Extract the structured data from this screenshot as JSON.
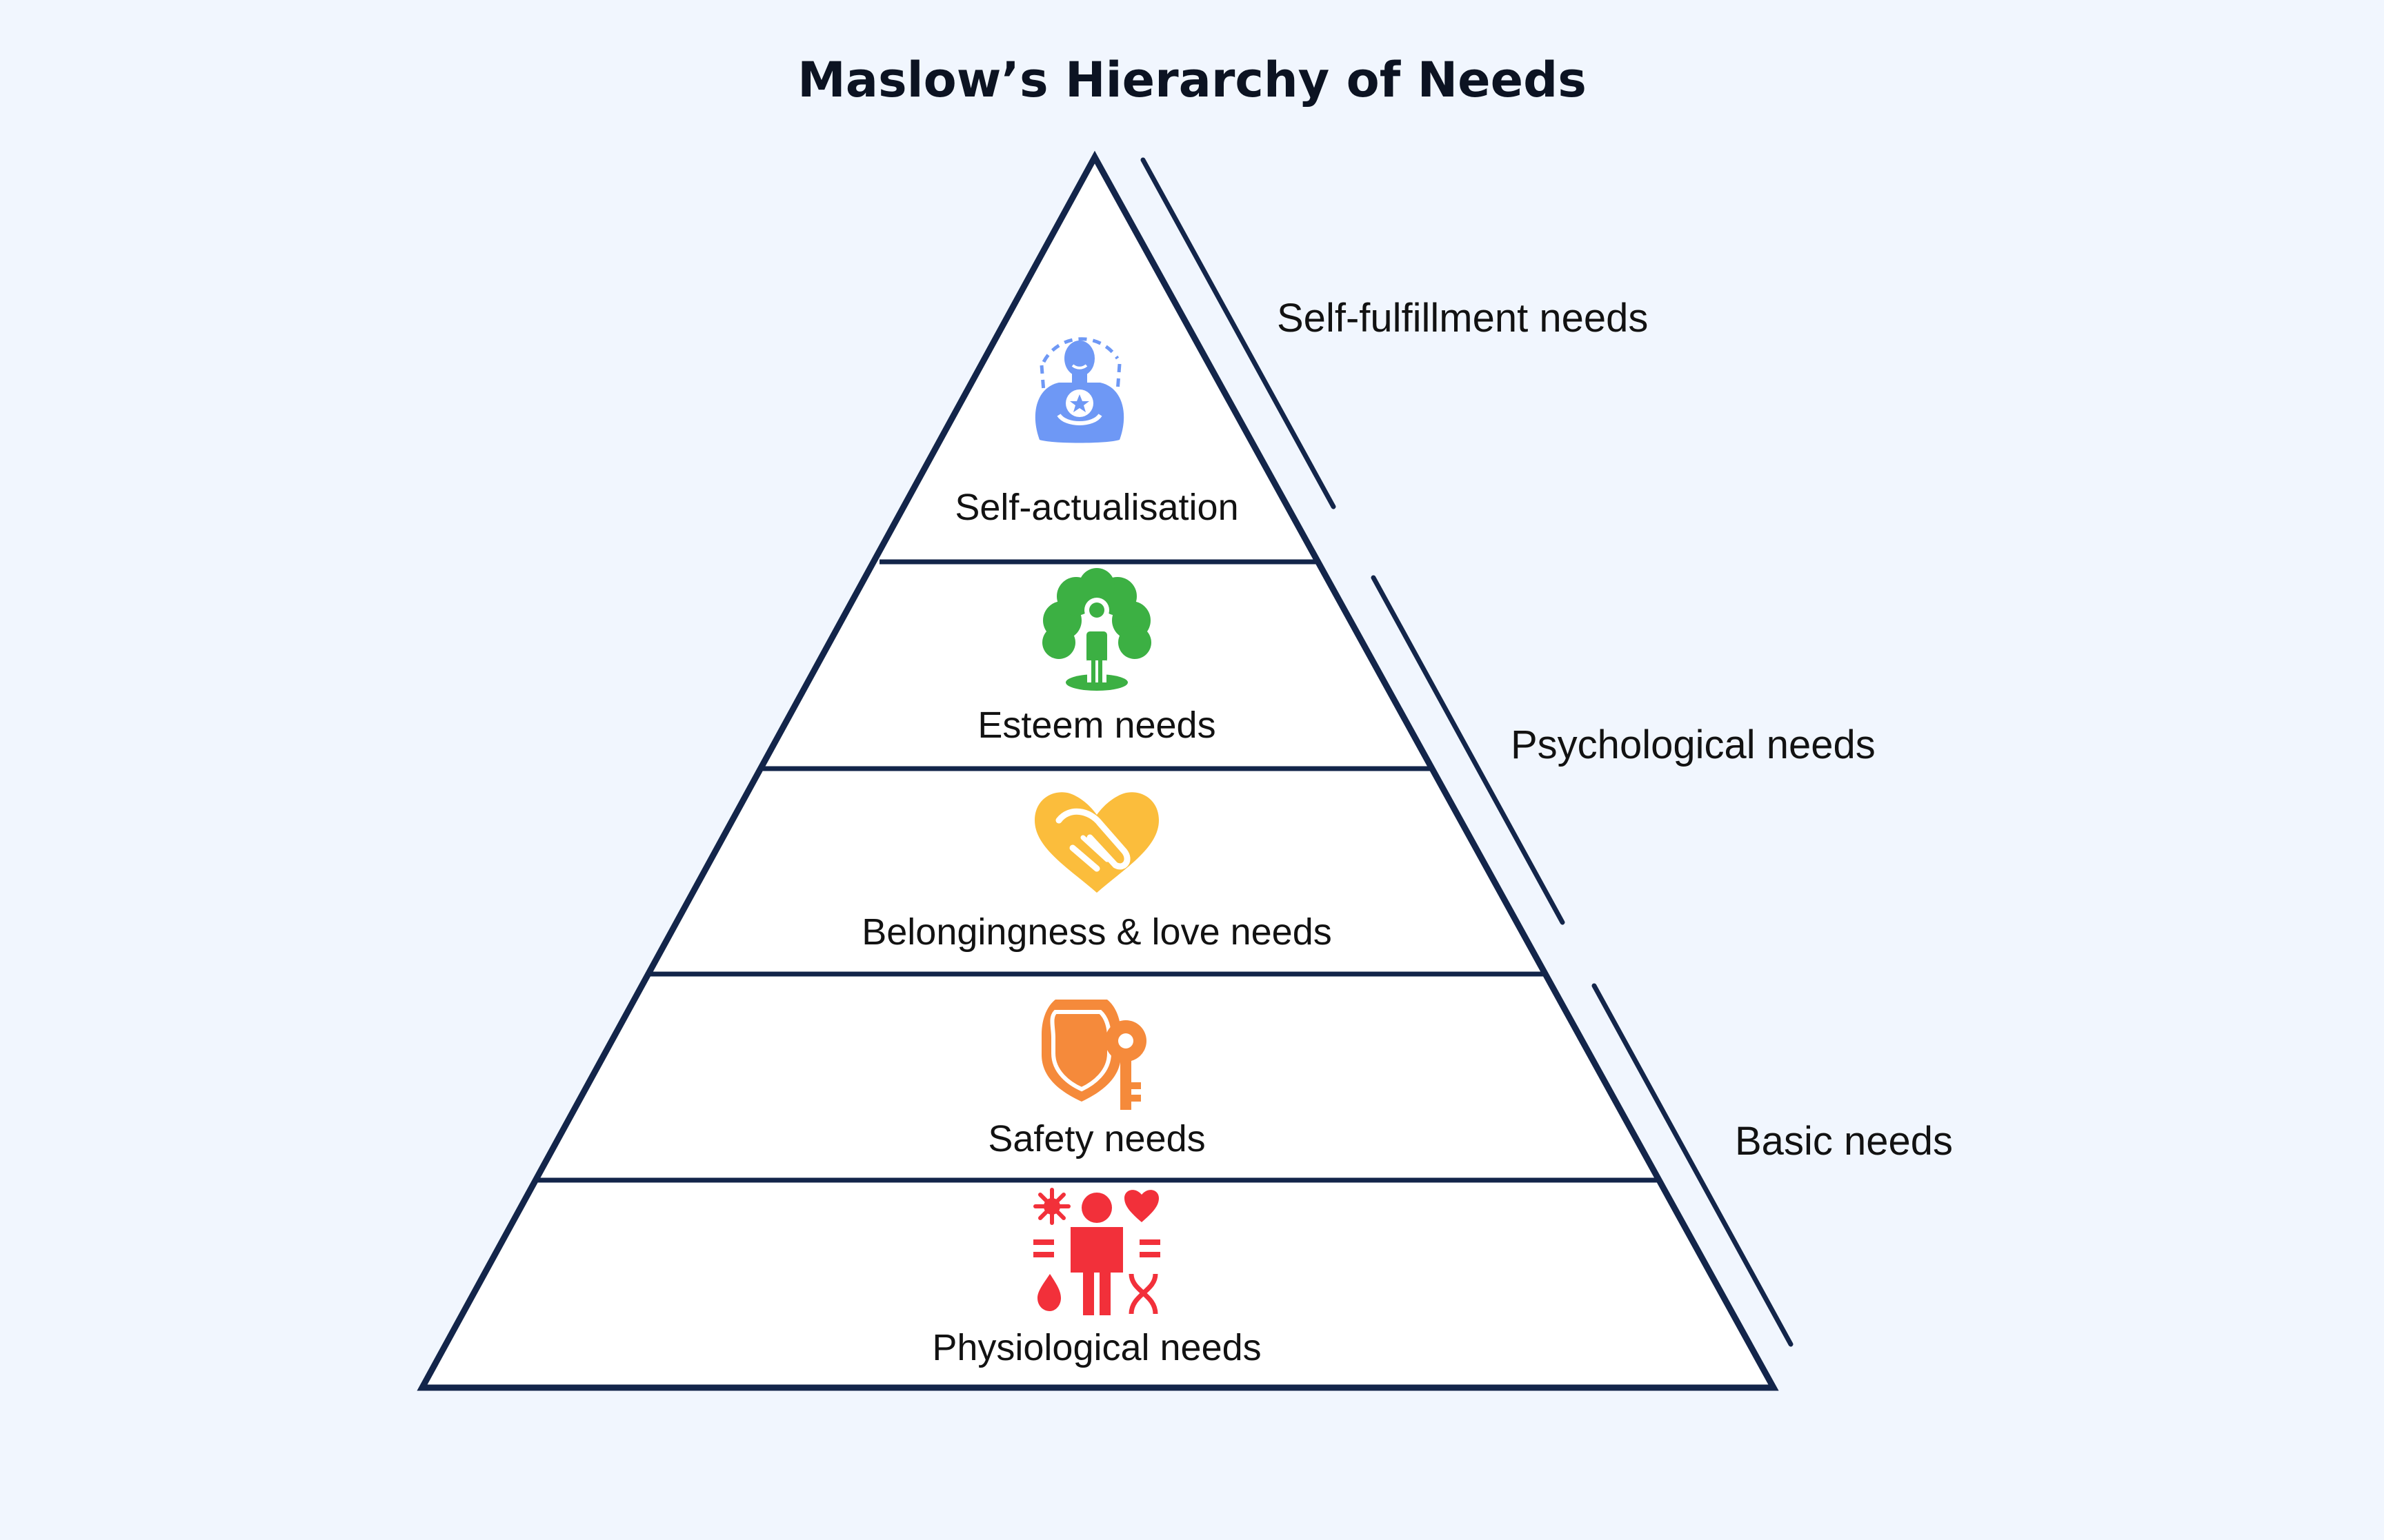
{
  "title": "Maslow’s Hierarchy of Needs",
  "levels": [
    {
      "name": "Self-actualisation",
      "icon": "self-actualisation-person-icon",
      "color": "#6e98f5"
    },
    {
      "name": "Esteem needs",
      "icon": "esteem-tree-person-icon",
      "color": "#3cb043"
    },
    {
      "name": "Belongingness & love needs",
      "icon": "heart-handshake-icon",
      "color": "#fbbd3c"
    },
    {
      "name": "Safety needs",
      "icon": "shield-key-icon",
      "color": "#f58a3b"
    },
    {
      "name": "Physiological needs",
      "icon": "person-body-needs-icon",
      "color": "#f2303a"
    }
  ],
  "groups": [
    {
      "name": "Self-fulfillment needs",
      "spans": [
        "Self-actualisation"
      ]
    },
    {
      "name": "Psychological needs",
      "spans": [
        "Esteem needs",
        "Belongingness & love needs"
      ]
    },
    {
      "name": "Basic needs",
      "spans": [
        "Safety needs",
        "Physiological needs"
      ]
    }
  ],
  "colors": {
    "background": "#f1f6fe",
    "outline": "#13254a",
    "fill": "#ffffff"
  }
}
